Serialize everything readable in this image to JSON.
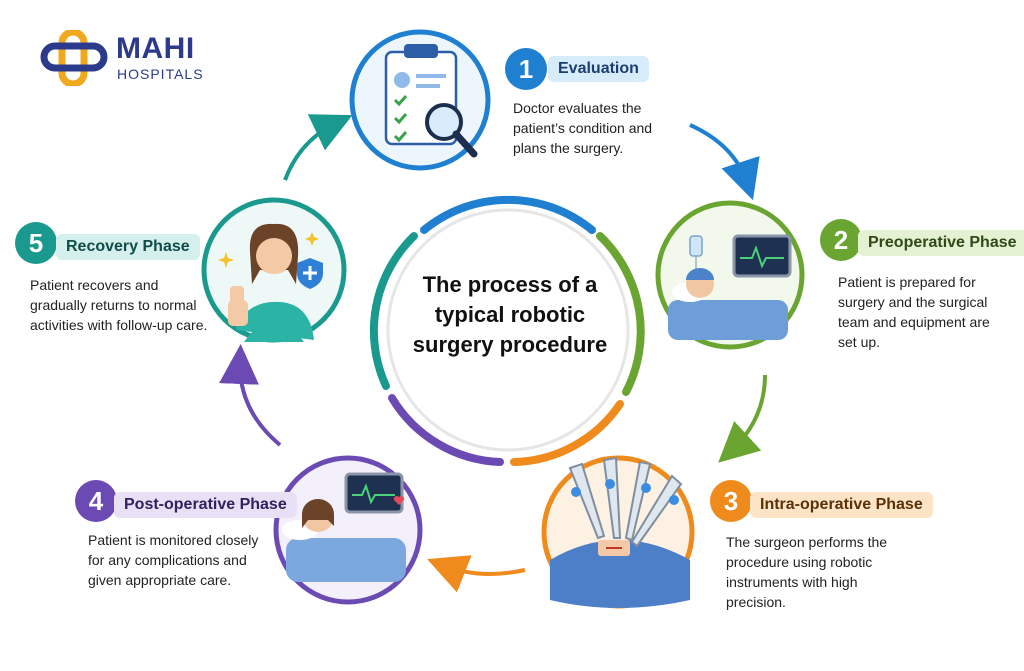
{
  "brand": {
    "name": "MAHI",
    "sub": "HOSPITALS"
  },
  "title": "The process of a typical robotic surgery procedure",
  "steps": [
    {
      "number": "1",
      "title": "Evaluation",
      "description": "Doctor evaluates the patient’s condition and plans the surgery.",
      "color": "#1f7fd1",
      "tint": "#d6ecfa",
      "icon": "clipboard-magnifier-icon"
    },
    {
      "number": "2",
      "title": "Preoperative Phase",
      "description": "Patient is prepared for surgery and the surgical team and equipment are set up.",
      "color": "#6aa532",
      "tint": "#e4f1d3",
      "icon": "patient-monitor-icon"
    },
    {
      "number": "3",
      "title": "Intra-operative Phase",
      "description": "The surgeon performs the procedure using robotic instruments with high precision.",
      "color": "#ef8a1c",
      "tint": "#fde4c6",
      "icon": "robotic-arms-icon"
    },
    {
      "number": "4",
      "title": "Post-operative Phase",
      "description": "Patient is monitored closely for any complications and given appropriate care.",
      "color": "#6b4bb3",
      "tint": "#e8e0f5",
      "icon": "recovery-bed-icon"
    },
    {
      "number": "5",
      "title": "Recovery Phase",
      "description": "Patient recovers and gradually returns to normal activities with follow-up care.",
      "color": "#1a9a8f",
      "tint": "#d5efec",
      "icon": "thumbs-up-patient-icon"
    }
  ]
}
